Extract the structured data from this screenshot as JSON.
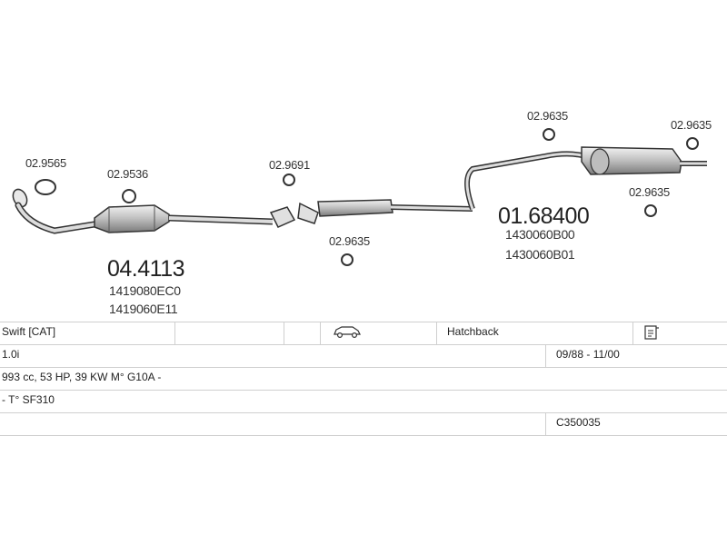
{
  "diagram": {
    "labels": {
      "clamp_left_1": "02.9565",
      "clamp_left_2": "02.9536",
      "catalyst_part": "04.4113",
      "catalyst_oem_1": "1419080EC0",
      "catalyst_oem_2": "1419060E11",
      "ring_gasket": "02.9691",
      "hanger_mid": "02.9635",
      "rear_part": "01.68400",
      "rear_oem_1": "1430060B00",
      "rear_oem_2": "1430060B01",
      "hanger_top_1": "02.9635",
      "hanger_top_2": "02.9635",
      "hanger_right": "02.9635"
    }
  },
  "vehicle": {
    "model": "Swift  [CAT]",
    "body_type": "Hatchback",
    "engine": "1.0i",
    "years": "09/88 - 11/00",
    "specs": "993 cc, 53 HP, 39 KW M° G10A -",
    "type_code": "- T° SF310",
    "catalog_code": "C350035"
  },
  "icons": {
    "body_icon": "hatchback-car-icon",
    "info_icon": "document-icon"
  },
  "colors": {
    "line": "#cfcfcf",
    "part_fill": "#d4d4d4",
    "stroke": "#333333"
  }
}
